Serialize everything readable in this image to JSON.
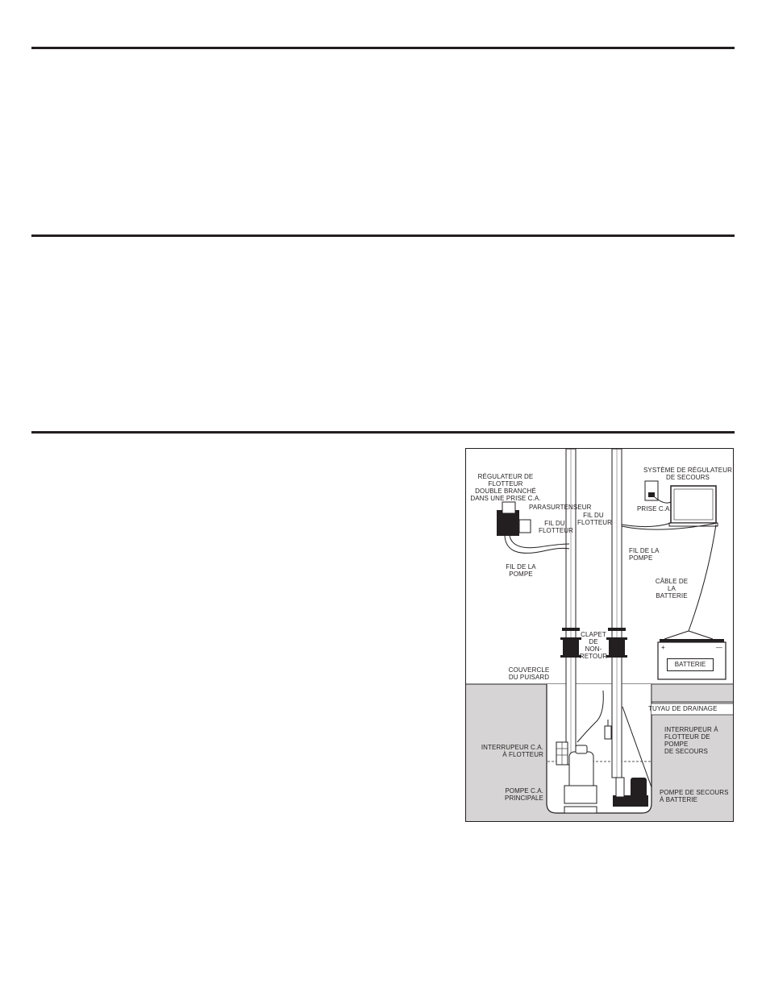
{
  "figure": {
    "labels": {
      "regulateur_flotteur": "RÉGULATEUR DE FLOTTEUR\nDOUBLE BRANCHÉ\nDANS UNE PRISE C.A.",
      "parasurtenseur": "PARASURTENSEUR",
      "fil_du_flotteur_left": "FIL DU\nFLOTTEUR",
      "fil_de_la_pompe_left": "FIL DE LA\nPOMPE",
      "fil_du_flotteur_right": "FIL DU\nFLOTTEUR",
      "prise_ca": "PRISE C.A.",
      "systeme_regulateur": "SYSTÈME DE RÉGULATEUR\nDE SECOURS",
      "fil_de_la_pompe_right": "FIL DE LA\nPOMPE",
      "cable_batterie": "CÂBLE DE\nLA BATTERIE",
      "clapet": "CLAPET\nDE\nNON-\nRETOUR",
      "couvercle": "COUVERCLE\nDU PUISARD",
      "batterie": "BATTERIE",
      "plus": "+",
      "minus": "—",
      "tuyau_drainage": "TUYAU DE DRAINAGE",
      "interrupteur_secours": "INTERRUPEUR À\nFLOTTEUR DE POMPE\nDE SECOURS",
      "interrupteur_ca": "INTERRUPEUR C.A.\nÀ FLOTTEUR",
      "pompe_principale": "POMPE C.A.\nPRINCIPALE",
      "pompe_secours": "POMPE DE SECOURS\nÀ BATTERIE"
    },
    "colors": {
      "ink": "#231f20",
      "ground": "#d6d4d4",
      "white": "#ffffff"
    }
  }
}
